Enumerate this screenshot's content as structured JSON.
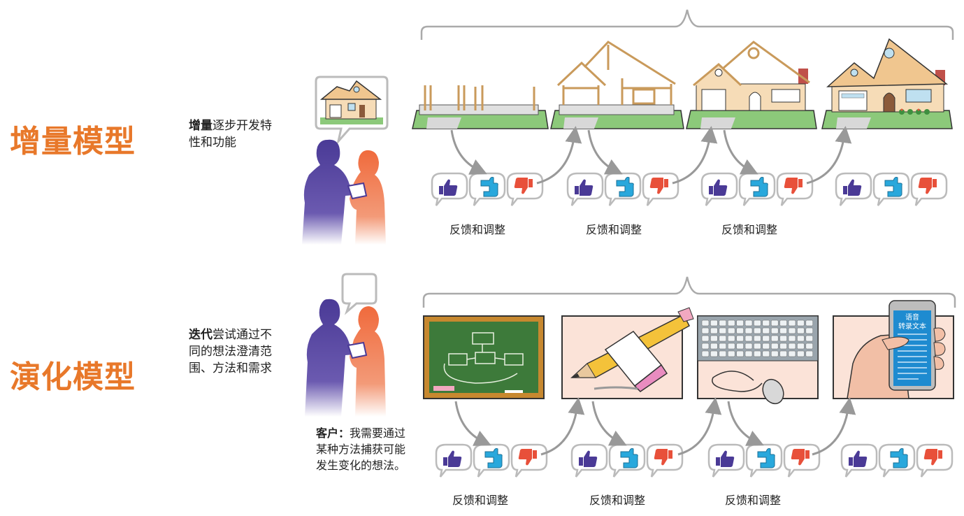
{
  "incremental": {
    "title": "增量模型",
    "desc_bold": "增量",
    "desc_rest": "逐步开发特性和功能",
    "feedback_labels": [
      "反馈和调整",
      "反馈和调整",
      "反馈和调整"
    ]
  },
  "iterative": {
    "title": "演化模型",
    "desc_bold": "迭代",
    "desc_rest": "尝试通过不同的想法澄清范围、方法和需求",
    "customer_bold": "客户：",
    "customer_quote": "我需要通过某种方法捕获可能发生变化的想法。",
    "phone_text_line1": "语音",
    "phone_text_line2": "转录文本",
    "feedback_labels": [
      "反馈和调整",
      "反馈和调整",
      "反馈和调整"
    ]
  },
  "colors": {
    "title_orange": "#e8782a",
    "person_purple": "#4a3a96",
    "person_orange": "#f06a3c",
    "thumbs_up": "#4a3a96",
    "thumbs_mid": "#29a8dc",
    "thumbs_down": "#e8503a",
    "lawn_green": "#8cc97a"
  },
  "icons": [
    "thumbs-up-icon",
    "thumbs-sideways-icon",
    "thumbs-down-icon",
    "house-icon",
    "chalkboard-icon",
    "pencil-icon",
    "keyboard-icon",
    "mouse-icon",
    "phone-icon"
  ]
}
